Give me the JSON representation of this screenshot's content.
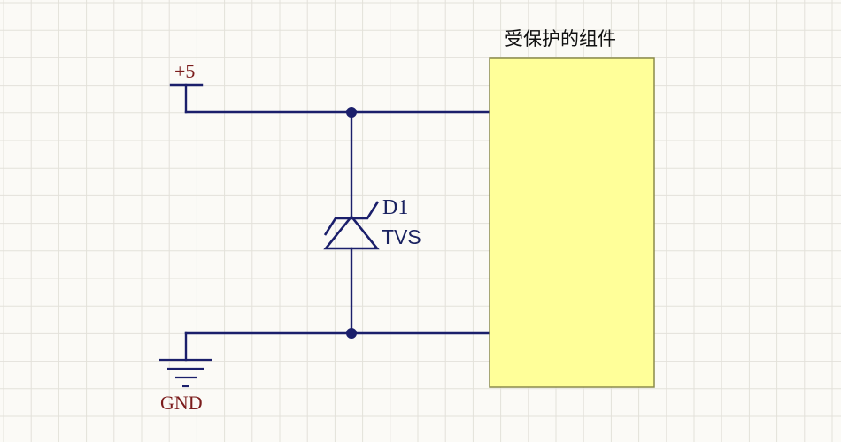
{
  "power": {
    "label": "+5"
  },
  "ground": {
    "label": "GND"
  },
  "diode": {
    "ref": "D1",
    "value": "TVS"
  },
  "component": {
    "label": "受保护的组件",
    "fill": "#ffff99",
    "border": "#8a8a4a"
  },
  "colors": {
    "wire": "#1b1f6b",
    "power_label": "#7b1c1c",
    "grid": "#e3e1da",
    "background": "#fbfaf6"
  }
}
